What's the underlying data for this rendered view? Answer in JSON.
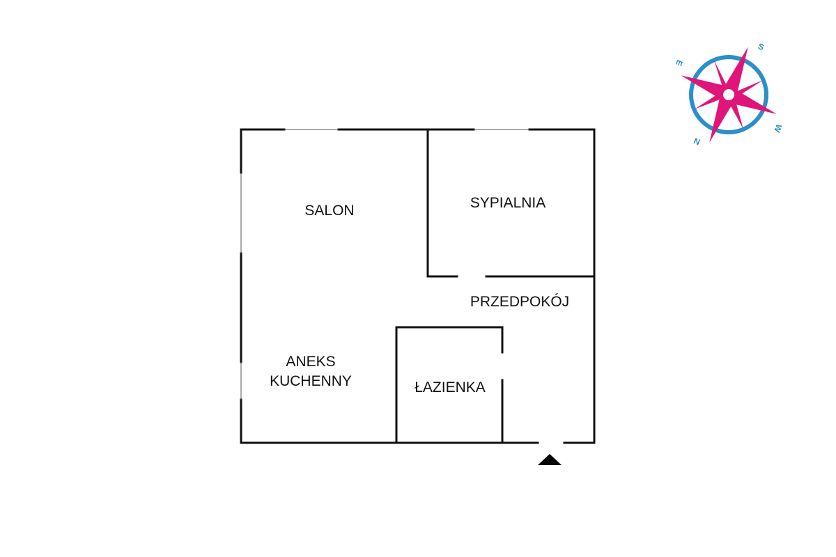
{
  "rooms": {
    "salon": "SALON",
    "sypialnia": "SYPIALNIA",
    "przedpokoj": "PRZEDPOKÓJ",
    "aneks_line1": "ANEKS",
    "aneks_line2": "KUCHENNY",
    "lazienka": "ŁAZIENKA"
  },
  "compass": {
    "letters": {
      "n": "N",
      "s": "S",
      "e": "E",
      "w": "W"
    },
    "colors": {
      "ring": "#2a8fcb",
      "star": "#e0157a",
      "letters": "#2a8fcb"
    }
  },
  "entrance_marker": "entrance-arrow"
}
